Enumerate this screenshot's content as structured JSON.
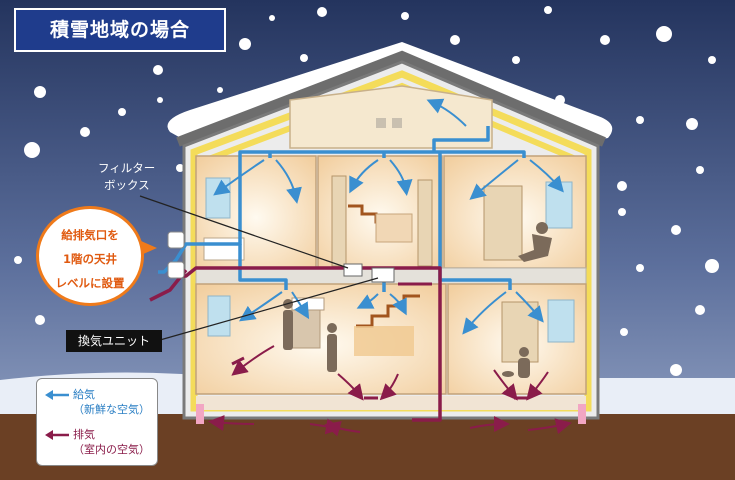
{
  "title": "積雪地域の場合",
  "labels": {
    "filter_box": [
      "フィルター",
      "ボックス"
    ],
    "ventilation_unit": "換気ユニット"
  },
  "callout": {
    "lines": [
      "給排気口を",
      "1階の天井",
      "レベルに設置"
    ]
  },
  "legend": {
    "supply": {
      "term": "給気",
      "desc": "（新鮮な空気）",
      "color": "#3a8fd0"
    },
    "exhaust": {
      "term": "排気",
      "desc": "（室内の空気）",
      "color": "#8a1c4a"
    }
  },
  "colors": {
    "sky": "#2d3f6e",
    "snow": "#ffffff",
    "insulation": "#f4dc5a",
    "room": "#fbe9cf",
    "ground": "#6b4024",
    "callout_border": "#ef7a1a"
  }
}
